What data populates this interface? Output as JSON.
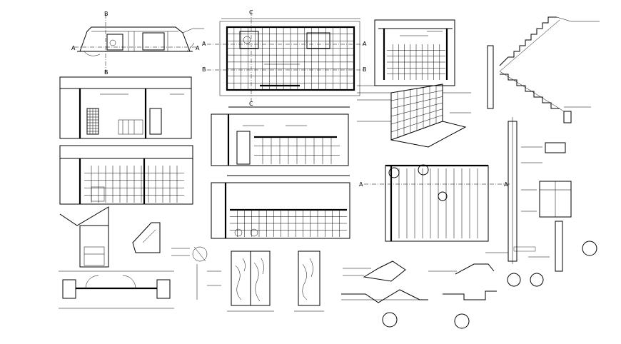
{
  "drawing": {
    "background": "#ffffff",
    "ink": "#000000",
    "section_marks": {
      "elev1_top": "B",
      "elev1_bottom": "B",
      "elev1_left": "A",
      "elev1_right": "A",
      "plan1_top": "C",
      "plan1_bottom": "C",
      "plan1_left_a": "A",
      "plan1_left_b": "B",
      "plan1_right_a": "A",
      "plan1_right_b": "B",
      "plan2_left": "A",
      "plan2_right": "A"
    }
  }
}
